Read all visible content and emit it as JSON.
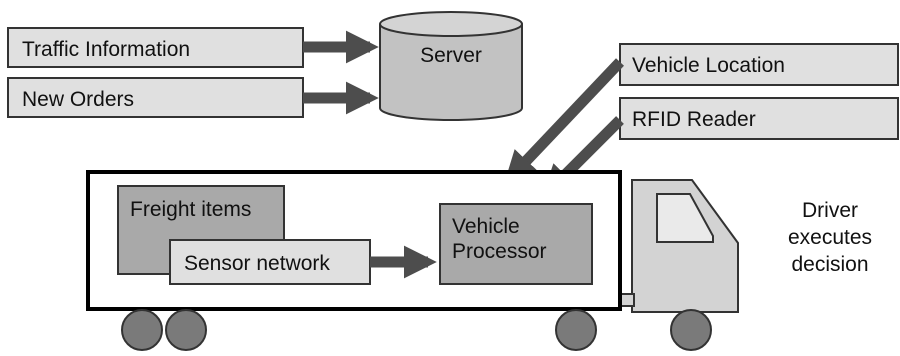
{
  "colors": {
    "box_fill": "#e0e0e0",
    "dark_box_fill": "#a9a9a9",
    "mid_box_fill": "#c2c2c2",
    "stroke": "#333333",
    "arrow": "#4d4d4d",
    "wheel": "#7a7a7a",
    "container_stroke": "#000000",
    "background": "#ffffff"
  },
  "inputs": {
    "traffic": "Traffic Information",
    "orders": "New Orders",
    "location": "Vehicle Location",
    "rfid": "RFID Reader"
  },
  "server": {
    "label": "Server"
  },
  "cargo": {
    "freight": "Freight items",
    "sensor": "Sensor network",
    "processor_line1": "Vehicle",
    "processor_line2": "Processor"
  },
  "driver": {
    "line1": "Driver",
    "line2": "executes",
    "line3": "decision"
  }
}
